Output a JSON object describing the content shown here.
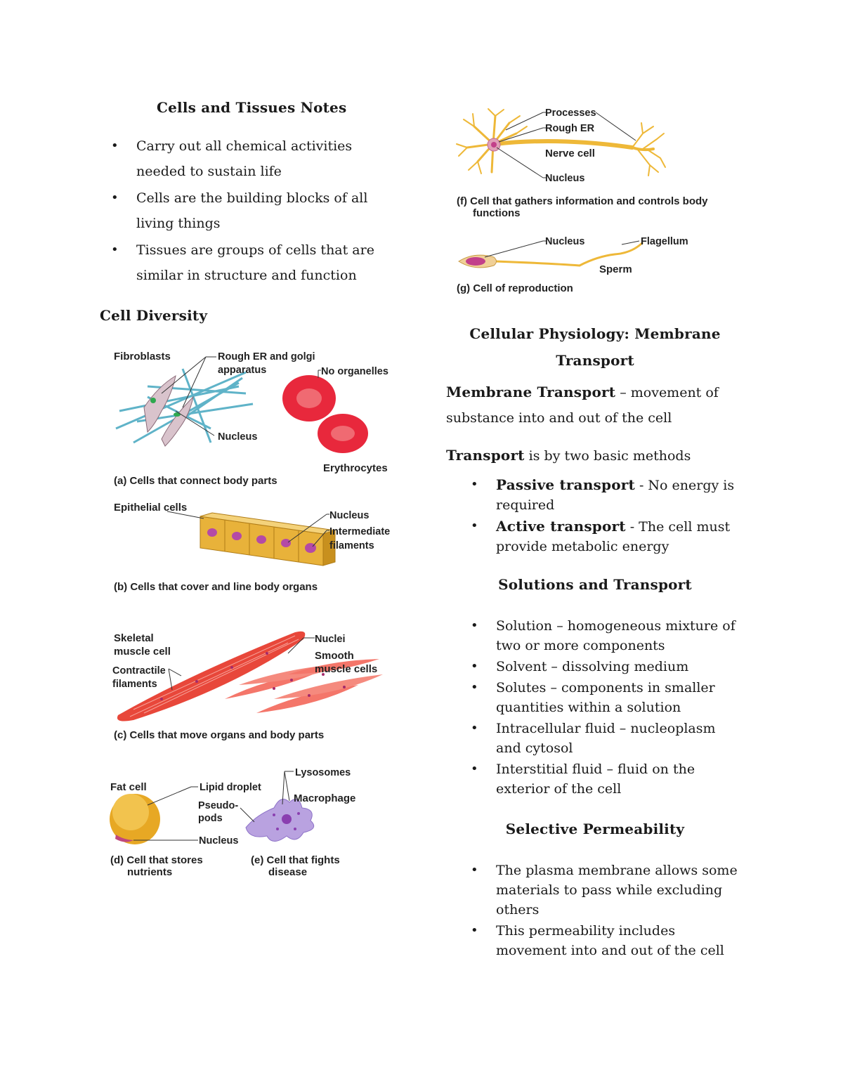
{
  "left": {
    "title": "Cells and Tissues Notes",
    "bullets": [
      {
        "line1": "Carry out all chemical activities",
        "line2": "needed to sustain life"
      },
      {
        "line1": "Cells are the building blocks of all",
        "line2": "living things"
      },
      {
        "line1": "Tissues are groups of cells that are",
        "line2": "similar in structure and function"
      }
    ],
    "cell_diversity_heading": "Cell Diversity",
    "figure": {
      "fibroblasts": "Fibroblasts",
      "rough_er_golgi_1": "Rough ER and golgi",
      "rough_er_golgi_2": "apparatus",
      "no_organelles": "No organelles",
      "nucleus_a": "Nucleus",
      "erythrocytes": "Erythrocytes",
      "caption_a": "(a) Cells that connect body parts",
      "epithelial": "Epithelial cells",
      "nucleus_b": "Nucleus",
      "intermediate_1": "Intermediate",
      "intermediate_2": "filaments",
      "caption_b": "(b) Cells that cover and line body organs",
      "skeletal_1": "Skeletal",
      "skeletal_2": "muscle cell",
      "contractile_1": "Contractile",
      "contractile_2": "filaments",
      "nuclei": "Nuclei",
      "smooth_1": "Smooth",
      "smooth_2": "muscle cells",
      "caption_c": "(c) Cells that move organs and body parts",
      "fat_cell": "Fat cell",
      "lipid_droplet": "Lipid droplet",
      "lysosomes": "Lysosomes",
      "macrophage": "Macrophage",
      "pseudo_1": "Pseudo-",
      "pseudo_2": "pods",
      "nucleus_d": "Nucleus",
      "caption_d_1": "(d) Cell that stores",
      "caption_d_2": "nutrients",
      "caption_e_1": "(e) Cell that fights",
      "caption_e_2": "disease"
    }
  },
  "right": {
    "figure": {
      "processes": "Processes",
      "rough_er": "Rough ER",
      "nerve_cell": "Nerve cell",
      "nucleus_f": "Nucleus",
      "caption_f_1": "(f) Cell that gathers information and controls body",
      "caption_f_2": "functions",
      "nucleus_g": "Nucleus",
      "flagellum": "Flagellum",
      "sperm": "Sperm",
      "caption_g": "(g) Cell of reproduction"
    },
    "physiology_title_1": "Cellular Physiology: Membrane",
    "physiology_title_2": "Transport",
    "membrane_term": "Membrane Transport",
    "membrane_def_1": " – movement of",
    "membrane_def_2": "substance into and out of the cell",
    "transport_term": "Transport",
    "transport_rest": " is by two basic methods",
    "methods": [
      {
        "term": "Passive transport",
        "rest": " - No energy is",
        "line2": "required"
      },
      {
        "term": "Active transport",
        "rest": " - The cell must",
        "line2": "provide metabolic energy"
      }
    ],
    "solutions_heading": "Solutions and Transport",
    "solutions": [
      {
        "line1": "Solution – homogeneous mixture of",
        "line2": "two or more components"
      },
      {
        "line1": "Solvent – dissolving medium",
        "line2": ""
      },
      {
        "line1": "Solutes – components in smaller",
        "line2": "quantities within a solution"
      },
      {
        "line1": "Intracellular fluid – nucleoplasm",
        "line2": "and cytosol"
      },
      {
        "line1": "Interstitial fluid – fluid on the",
        "line2": "exterior of the cell"
      }
    ],
    "selective_heading": "Selective Permeability",
    "selective": [
      {
        "line1": "The plasma membrane allows some",
        "line2": "materials to pass while excluding",
        "line3": "others"
      },
      {
        "line1": "This permeability includes",
        "line2": "movement into and out of the cell",
        "line3": ""
      }
    ]
  },
  "colors": {
    "rbc": "#e8283c",
    "fibro_fibers": "#5fb3c8",
    "epithelial": "#e8b23a",
    "muscle": "#e8473a",
    "fat": "#e7a824",
    "macrophage": "#b9a2e0",
    "nerve": "#eeb838"
  }
}
